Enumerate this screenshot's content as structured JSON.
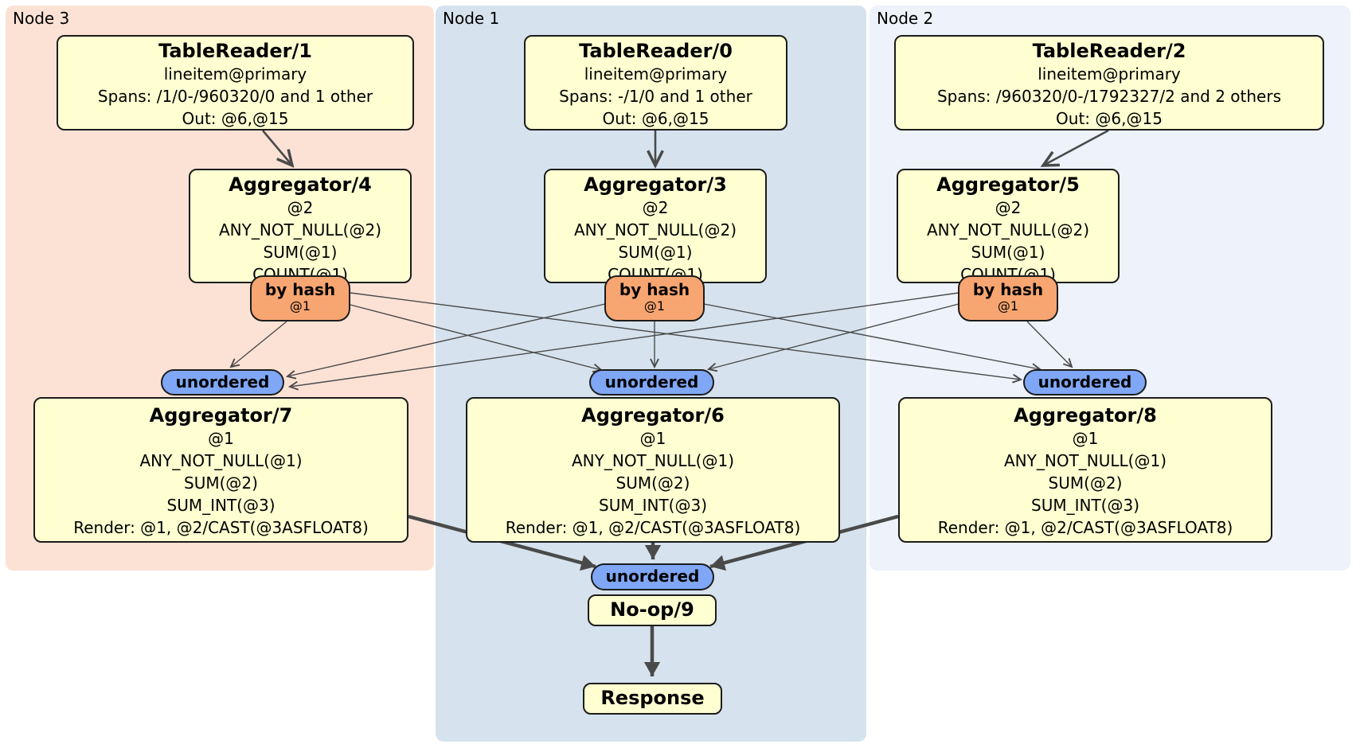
{
  "regions": {
    "node3": {
      "label": "Node 3",
      "color": "#fce2d5"
    },
    "node1": {
      "label": "Node 1",
      "color": "#d6e3ee"
    },
    "node2": {
      "label": "Node 2",
      "color": "#edf2fb"
    }
  },
  "router": {
    "label": "by hash",
    "detail": "@1"
  },
  "stream": {
    "unordered": "unordered"
  },
  "boxes": {
    "tr1": {
      "title": "TableReader/1",
      "lines": [
        "lineitem@primary",
        "Spans: /1/0-/960320/0 and 1 other",
        "Out: @6,@15"
      ]
    },
    "tr0": {
      "title": "TableReader/0",
      "lines": [
        "lineitem@primary",
        "Spans: -/1/0 and 1 other",
        "Out: @6,@15"
      ]
    },
    "tr2": {
      "title": "TableReader/2",
      "lines": [
        "lineitem@primary",
        "Spans: /960320/0-/1792327/2 and 2 others",
        "Out: @6,@15"
      ]
    },
    "agg4": {
      "title": "Aggregator/4",
      "lines": [
        "@2",
        "ANY_NOT_NULL(@2)",
        "SUM(@1)",
        "COUNT(@1)"
      ]
    },
    "agg3": {
      "title": "Aggregator/3",
      "lines": [
        "@2",
        "ANY_NOT_NULL(@2)",
        "SUM(@1)",
        "COUNT(@1)"
      ]
    },
    "agg5": {
      "title": "Aggregator/5",
      "lines": [
        "@2",
        "ANY_NOT_NULL(@2)",
        "SUM(@1)",
        "COUNT(@1)"
      ]
    },
    "agg7": {
      "title": "Aggregator/7",
      "lines": [
        "@1",
        "ANY_NOT_NULL(@1)",
        "SUM(@2)",
        "SUM_INT(@3)",
        "Render: @1, @2/CAST(@3ASFLOAT8)"
      ]
    },
    "agg6": {
      "title": "Aggregator/6",
      "lines": [
        "@1",
        "ANY_NOT_NULL(@1)",
        "SUM(@2)",
        "SUM_INT(@3)",
        "Render: @1, @2/CAST(@3ASFLOAT8)"
      ]
    },
    "agg8": {
      "title": "Aggregator/8",
      "lines": [
        "@1",
        "ANY_NOT_NULL(@1)",
        "SUM(@2)",
        "SUM_INT(@3)",
        "Render: @1, @2/CAST(@3ASFLOAT8)"
      ]
    },
    "noop": {
      "title": "No-op/9"
    },
    "response": {
      "title": "Response"
    }
  },
  "colors": {
    "box_fill": "#ffffd2",
    "router_fill": "#f7a571",
    "stream_fill": "#7fa7f5",
    "edge": "#4a4a4a",
    "border": "#1c1c1c"
  }
}
